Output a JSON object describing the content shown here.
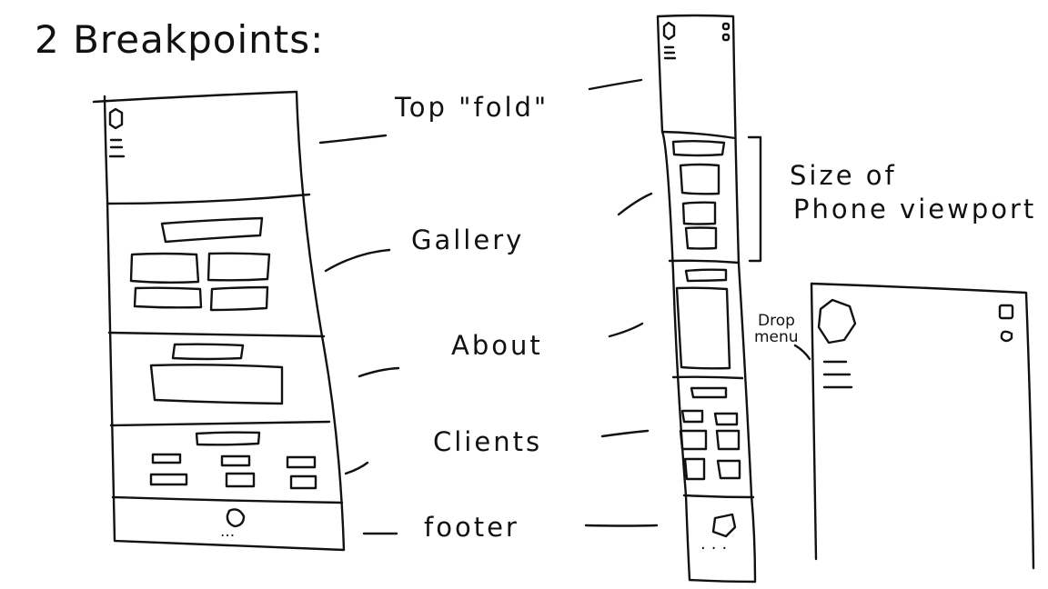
{
  "title": "2 Breakpoints:",
  "labels": {
    "top_fold": "Top \"fold\"",
    "gallery": "Gallery",
    "about": "About",
    "clients": "Clients",
    "footer": "footer",
    "phone_size_line1": "Size of",
    "phone_size_line2": "Phone viewport",
    "drop_menu_line1": "Drop",
    "drop_menu_line2": "menu",
    "dots": "..."
  }
}
